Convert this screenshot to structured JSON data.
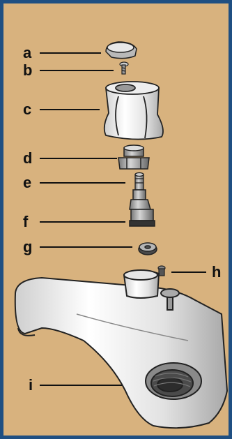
{
  "diagram": {
    "background_color": "#d8b27e",
    "frame_color": "#1f4f82",
    "labels": [
      "a",
      "b",
      "c",
      "d",
      "e",
      "f",
      "g",
      "h",
      "i"
    ]
  }
}
